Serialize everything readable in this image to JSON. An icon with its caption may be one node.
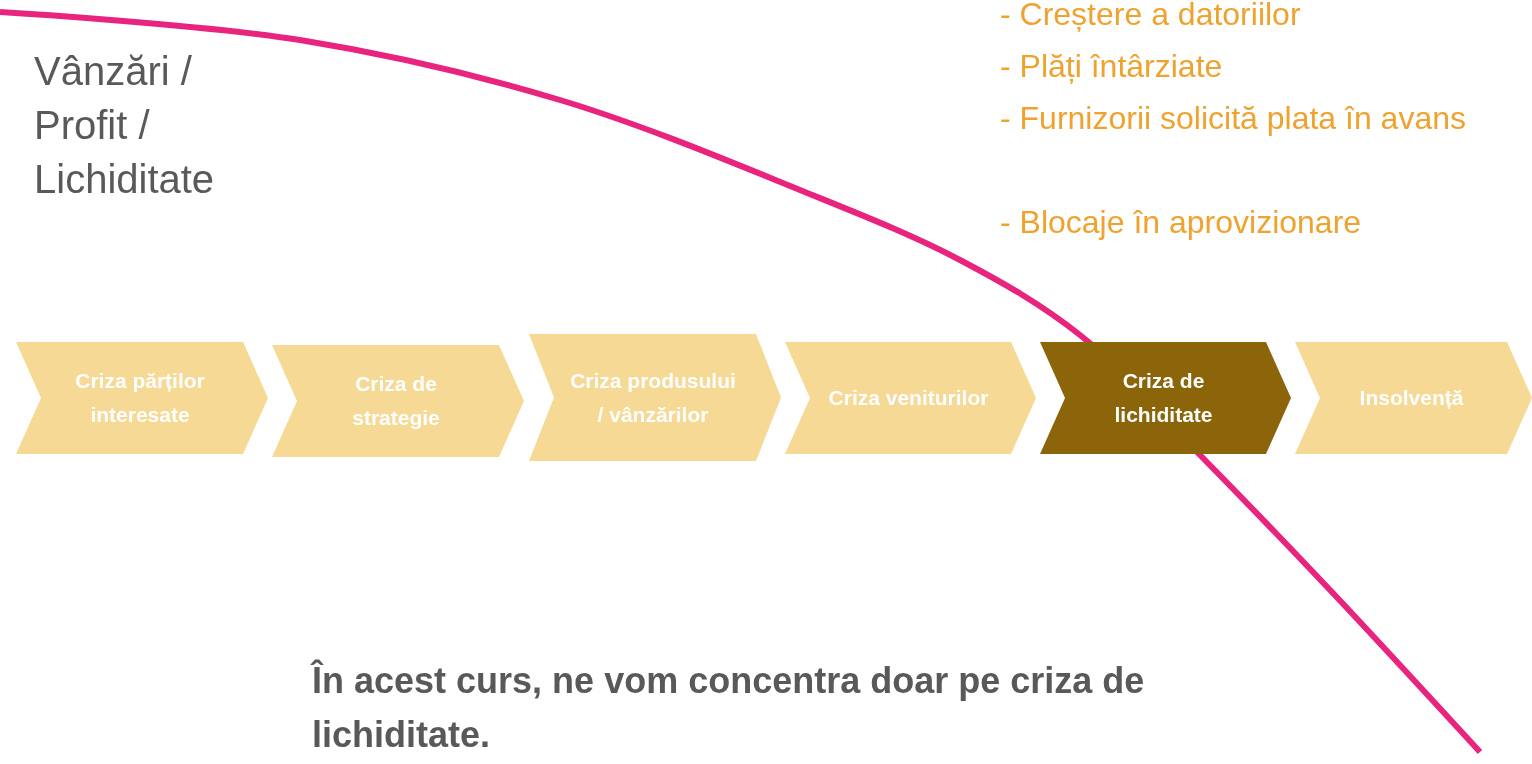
{
  "diagram": {
    "nodes": [
      {
        "text": [
          "Criza părților interesate"
        ]
      },
      {
        "text": [
          "Criza de strategie"
        ]
      },
      {
        "text": [
          "Criza produsului / vânzărilor"
        ]
      },
      {
        "text": [
          "Criza veniturilor"
        ]
      },
      {
        "text": [
          "Criza de lichiditate"
        ]
      },
      {
        "text": [
          "Insolvență"
        ]
      }
    ],
    "labels": [
      "Vânzări / Profit / Lichiditate",
      "- Creștere a datoriilor",
      "- Plăți întârziate",
      "- Furnizorii solicită plata în avans",
      "- Blocaje în aprovizionare",
      "În acest curs, ne vom concentra doar pe criza de lichiditate."
    ]
  }
}
